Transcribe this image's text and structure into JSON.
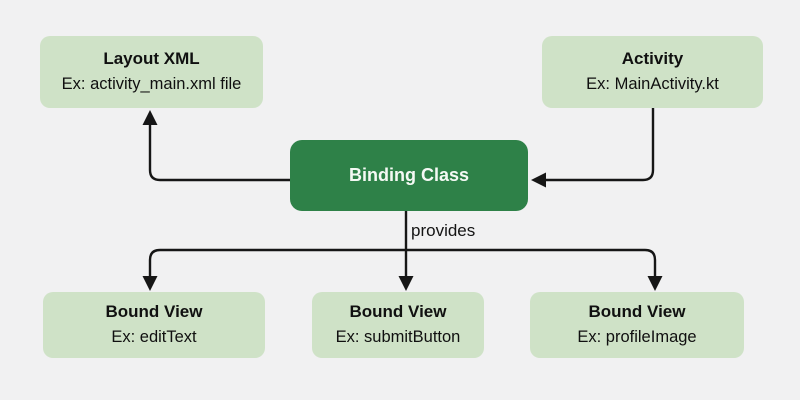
{
  "diagram": {
    "colors": {
      "background": "#f1f1f2",
      "node_light_green": "#cfe2c7",
      "node_dark_green": "#2e8148",
      "edge_line": "#161616",
      "text": "#101010",
      "text_on_dark": "#f4f9f4"
    },
    "nodes": {
      "layout_xml": {
        "title": "Layout XML",
        "subtitle": "Ex: activity_main.xml file"
      },
      "activity": {
        "title": "Activity",
        "subtitle": "Ex: MainActivity.kt"
      },
      "binding_class": {
        "title": "Binding Class"
      },
      "bound_view_1": {
        "title": "Bound View",
        "subtitle": "Ex: editText"
      },
      "bound_view_2": {
        "title": "Bound View",
        "subtitle": "Ex: submitButton"
      },
      "bound_view_3": {
        "title": "Bound View",
        "subtitle": "Ex: profileImage"
      }
    },
    "edge_label": "provides"
  }
}
